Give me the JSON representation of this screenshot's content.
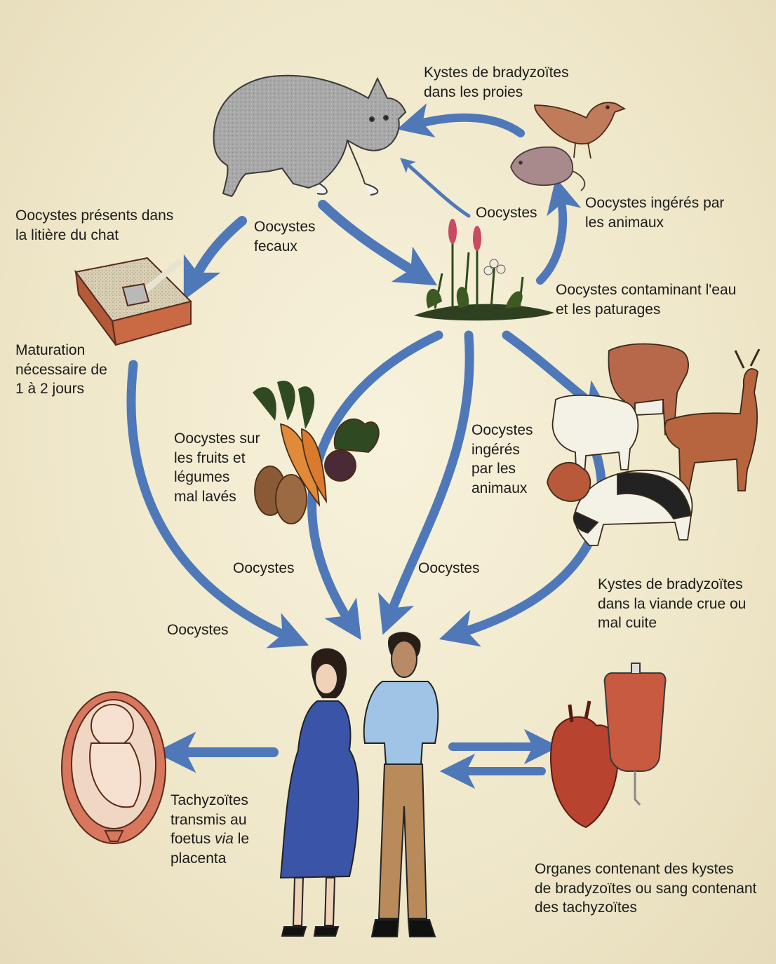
{
  "labels": {
    "kystes_proies": [
      "Kystes de bradyzoïtes",
      "dans les proies"
    ],
    "oocystes_litiere": [
      "Oocystes présents dans",
      "la litière du chat"
    ],
    "oocystes_fecaux": [
      "Oocystes",
      "fecaux"
    ],
    "oocystes_top": "Oocystes",
    "ingeres_animaux_top": [
      "Oocystes ingérés par",
      "les animaux"
    ],
    "contaminant_eau": [
      "Oocystes contaminant l'eau",
      "et les paturages"
    ],
    "maturation": [
      "Maturation",
      "nécessaire de",
      "1 à 2 jours"
    ],
    "fruits_legumes": [
      "Oocystes sur",
      "les fruits et",
      "légumes",
      "mal lavés"
    ],
    "ingeres_animaux_mid": [
      "Oocystes",
      "ingérés",
      "par les",
      "animaux"
    ],
    "oocystes_mid_left": "Oocystes",
    "oocystes_mid_right": "Oocystes",
    "oocystes_low_left": "Oocystes",
    "kystes_viande": [
      "Kystes de bradyzoïtes",
      "dans la viande crue ou",
      "mal cuite"
    ],
    "tachyzoites": {
      "line1": "Tachyzoïtes",
      "line2": "transmis au",
      "line3_pre": "foetus ",
      "line3_em": "via",
      "line3_post": " le",
      "line4": "placenta"
    },
    "organes": [
      "Organes contenant des kystes",
      "de bradyzoïtes ou sang contenant",
      "des tachyzoïtes"
    ]
  },
  "colors": {
    "arrow": "#4f78b9",
    "cat": "#a9a9a9",
    "litter_box": "#c96a45",
    "blood_bag": "#c85a3f",
    "heart": "#b8432e",
    "dress": "#3a55a8",
    "shirt": "#9fc4e6",
    "trousers": "#b98a5a"
  },
  "icons": [
    "cat-icon",
    "bird-icon",
    "mouse-icon",
    "plants-icon",
    "litter-box-icon",
    "vegetables-icon",
    "livestock-icon",
    "pregnant-woman-icon",
    "man-icon",
    "fetus-icon",
    "heart-icon",
    "blood-bag-icon"
  ]
}
